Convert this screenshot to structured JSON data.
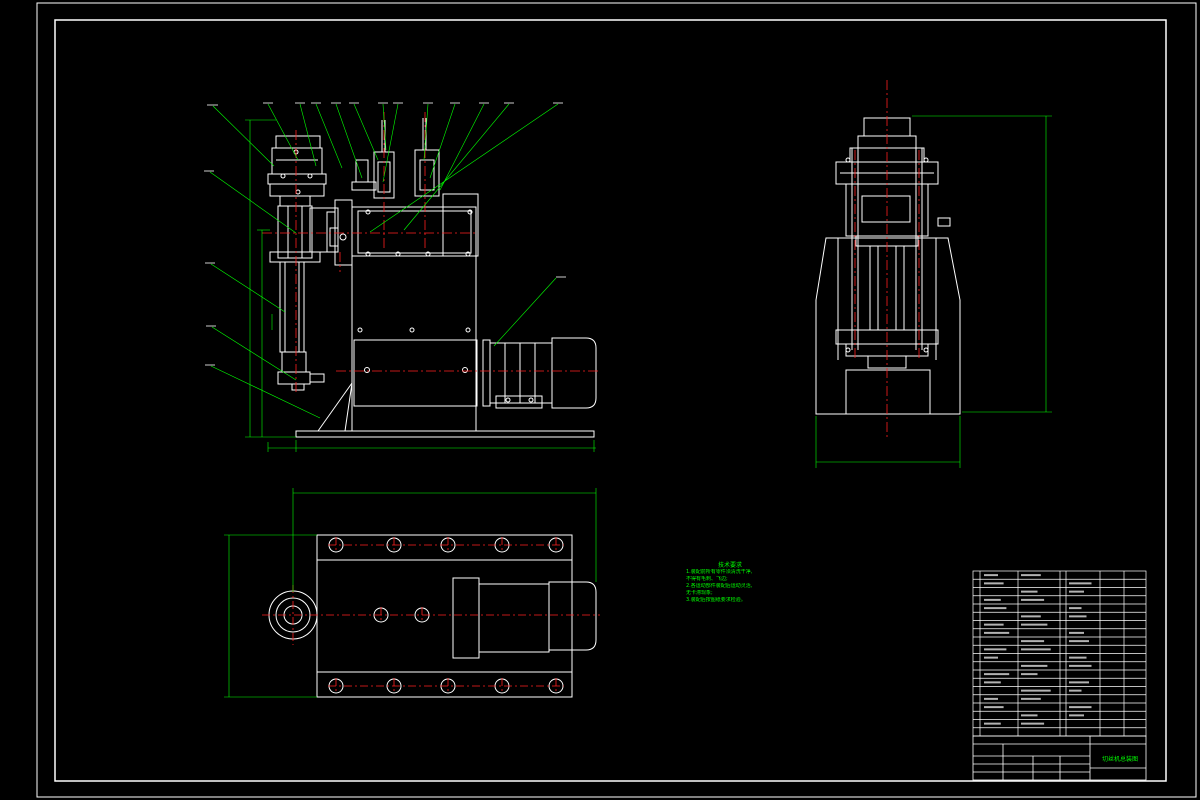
{
  "drawing": {
    "colors": {
      "background": "#000000",
      "outline": "#ffffff",
      "centerline": "#ff2020",
      "leader": "#00ff00",
      "dimension": "#00ff00",
      "table_text": "#ffffff"
    },
    "tech_notes": {
      "title": "技术要求",
      "lines": [
        "1.装配前所有零件须清洗干净,",
        "  不得有毛刺、飞边;",
        "2.各运动部件装配后运动灵活,",
        "  无卡滞现象;",
        "3.装配后按图纸要求检验。"
      ]
    },
    "title_block": {
      "drawing_name": "切丝机总装图",
      "column_headers": [
        "序号",
        "代号",
        "名称",
        "数量",
        "材料",
        "备注"
      ]
    }
  }
}
